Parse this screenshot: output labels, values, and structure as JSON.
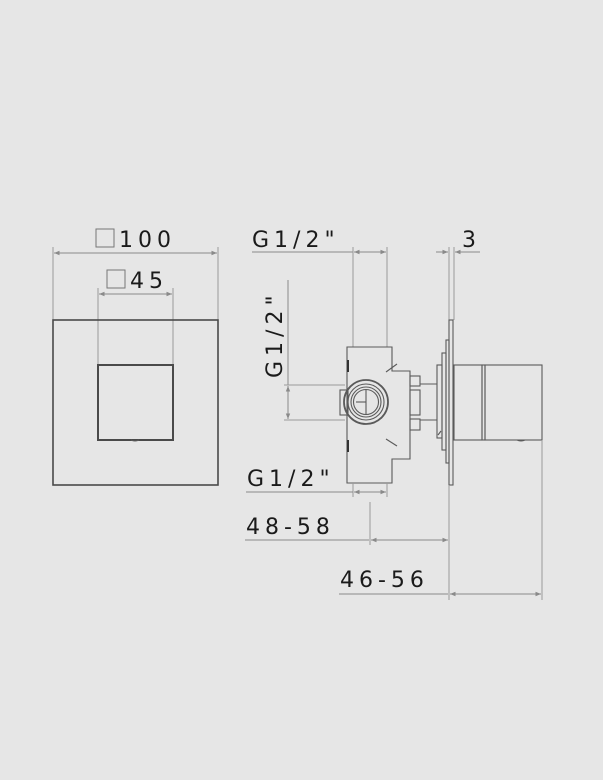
{
  "drawing": {
    "background": "#e6e6e6",
    "line_color": "#4a4a4a",
    "front_view": {
      "outer_dimension_label": "100",
      "outer_dimension_symbol": "square-icon",
      "inner_dimension_label": "45",
      "inner_dimension_symbol": "square-icon"
    },
    "side_view": {
      "top_connection_label": "G1/2\"",
      "vertical_connection_label": "G1/2\"",
      "bottom_connection_label": "G1/2\"",
      "plate_thickness_label": "3",
      "body_depth_label": "48-58",
      "handle_projection_label": "46-56"
    }
  }
}
